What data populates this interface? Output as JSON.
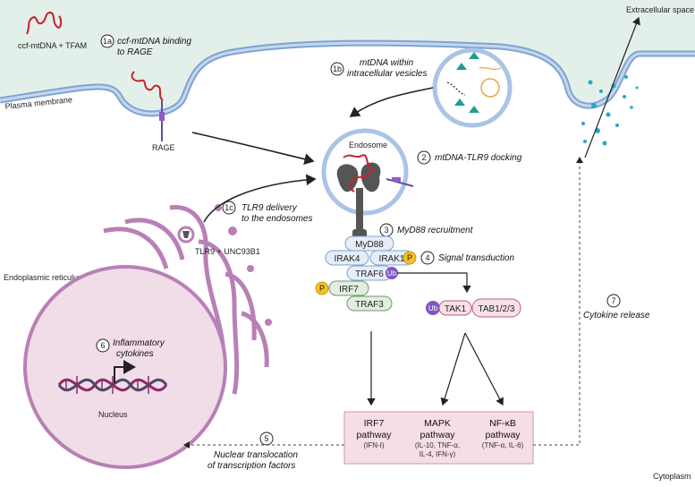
{
  "regions": {
    "extracellular": "Extracellular space",
    "cytoplasm": "Cytoplasm",
    "plasma_membrane": "Plasma membrane",
    "er": "Endoplasmic reticulum",
    "nucleus": "Nucleus",
    "endosome": "Endosome"
  },
  "labels": {
    "ccf": "ccf-mtDNA + TFAM",
    "rage": "RAGE",
    "tlr9_unc": "TLR9 + UNC93B1"
  },
  "steps": {
    "s1a": {
      "num": "1a",
      "line1": "ccf-mtDNA binding",
      "line2": "to RAGE"
    },
    "s1b": {
      "num": "1b",
      "line1": "mtDNA within",
      "line2": "intracellular vesicles"
    },
    "s1c": {
      "num": "1c",
      "line1": "TLR9 delivery",
      "line2": "to the endosomes"
    },
    "s2": {
      "num": "2",
      "line1": "mtDNA-TLR9 docking"
    },
    "s3": {
      "num": "3",
      "line1": "MyD88 recruitment"
    },
    "s4": {
      "num": "4",
      "line1": "Signal transduction"
    },
    "s5": {
      "num": "5",
      "line1": "Nuclear translocation",
      "line2": "of transcription factors"
    },
    "s6": {
      "num": "6",
      "line1": "Inflammatory",
      "line2": "cytokines"
    },
    "s7": {
      "num": "7",
      "line1": "Cytokine release"
    }
  },
  "proteins": {
    "myd88": "MyD88",
    "irak4": "IRAK4",
    "irak1": "IRAK1",
    "traf6": "TRAF6",
    "irf7": "IRF7",
    "traf3": "TRAF3",
    "tak1": "TAK1",
    "tab": "TAB1/2/3",
    "p": "P",
    "ub": "Ub"
  },
  "pathways": [
    {
      "title1": "IRF7",
      "title2": "pathway",
      "sub1": "(IFN-I)",
      "sub2": ""
    },
    {
      "title1": "MAPK",
      "title2": "pathway",
      "sub1": "(IL-10, TNF-α,",
      "sub2": "IL-4, IFN-γ)"
    },
    {
      "title1": "NF-κB",
      "title2": "pathway",
      "sub1": "(TNF-α, IL-6)",
      "sub2": ""
    }
  ],
  "colors": {
    "extracellular": "#e3efe9",
    "membrane": "#a9c4e6",
    "membrane_stroke": "#7fa3d1",
    "dna": "#c8202b",
    "er": "#b880b6",
    "nucleus_fill": "#f1dde8",
    "pathway_box": "#f6dde6",
    "pill_blue": "#e6edf8",
    "pill_green": "#e1eee0",
    "pill_pink": "#f8e1e6",
    "phospho": "#f4c21b",
    "ubiquitin": "#7e57c2",
    "tlr9": "#555555"
  }
}
